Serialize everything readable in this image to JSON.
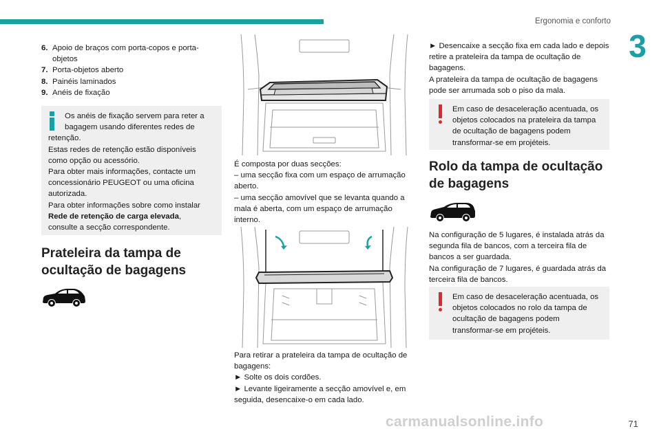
{
  "header": {
    "section": "Ergonomia e conforto",
    "chapter": "3",
    "page": "71"
  },
  "col1": {
    "list": [
      {
        "n": "6.",
        "t": "Apoio de braços com porta-copos e porta-objetos"
      },
      {
        "n": "7.",
        "t": "Porta-objetos aberto"
      },
      {
        "n": "8.",
        "t": "Painéis laminados"
      },
      {
        "n": "9.",
        "t": "Anéis de fixação"
      }
    ],
    "info": {
      "l1": "Os anéis de fixação servem para reter a",
      "l2": "bagagem usando diferentes redes de",
      "l3": "retenção.",
      "l4": "Estas redes de retenção estão disponíveis como opção ou acessório.",
      "l5": "Para obter mais informações, contacte um concessionário PEUGEOT ou uma oficina autorizada.",
      "l6": "Para obter informações sobre como instalar",
      "l6b": "Rede de retenção de carga elevada",
      "l6c": ",",
      "l7": "consulte a secção correspondente."
    },
    "heading": "Prateleira da tampa de ocultação de bagagens"
  },
  "col2": {
    "p1": "É composta por duas secções:",
    "p2": "–  uma secção fixa com um espaço de arrumação aberto.",
    "p3": "–  uma secção amovível que se levanta quando a mala é aberta, com um espaço de arrumação interno.",
    "p4": "Para retirar a prateleira da tampa de ocultação de bagagens:",
    "p5": "►  Solte os dois cordões.",
    "p6": "►  Levante ligeiramente a secção amovível e, em seguida, desencaixe-o em cada lado."
  },
  "col3": {
    "p1": "►  Desencaixe a secção fixa em cada lado e depois retire a prateleira da tampa de ocultação de bagagens.",
    "p2": "A prateleira da tampa de ocultação de bagagens pode ser arrumada sob o piso da mala.",
    "warn1a": "Em caso de desaceleração acentuada, os",
    "warn1b": "objetos colocados na prateleira da tampa de ocultação de bagagens podem transformar-se em projéteis.",
    "heading": "Rolo da tampa de ocultação de bagagens",
    "p3": "Na configuração de 5 lugares, é instalada atrás da segunda fila de bancos, com a terceira fila de bancos a ser guardada.",
    "p4": "Na configuração de 7 lugares, é guardada atrás da terceira fila de bancos.",
    "warn2a": "Em caso de desaceleração acentuada, os",
    "warn2b": "objetos colocados no rolo da tampa de ocultação de bagagens podem transformar-se em projéteis."
  },
  "watermark": "carmanualsonline.info"
}
